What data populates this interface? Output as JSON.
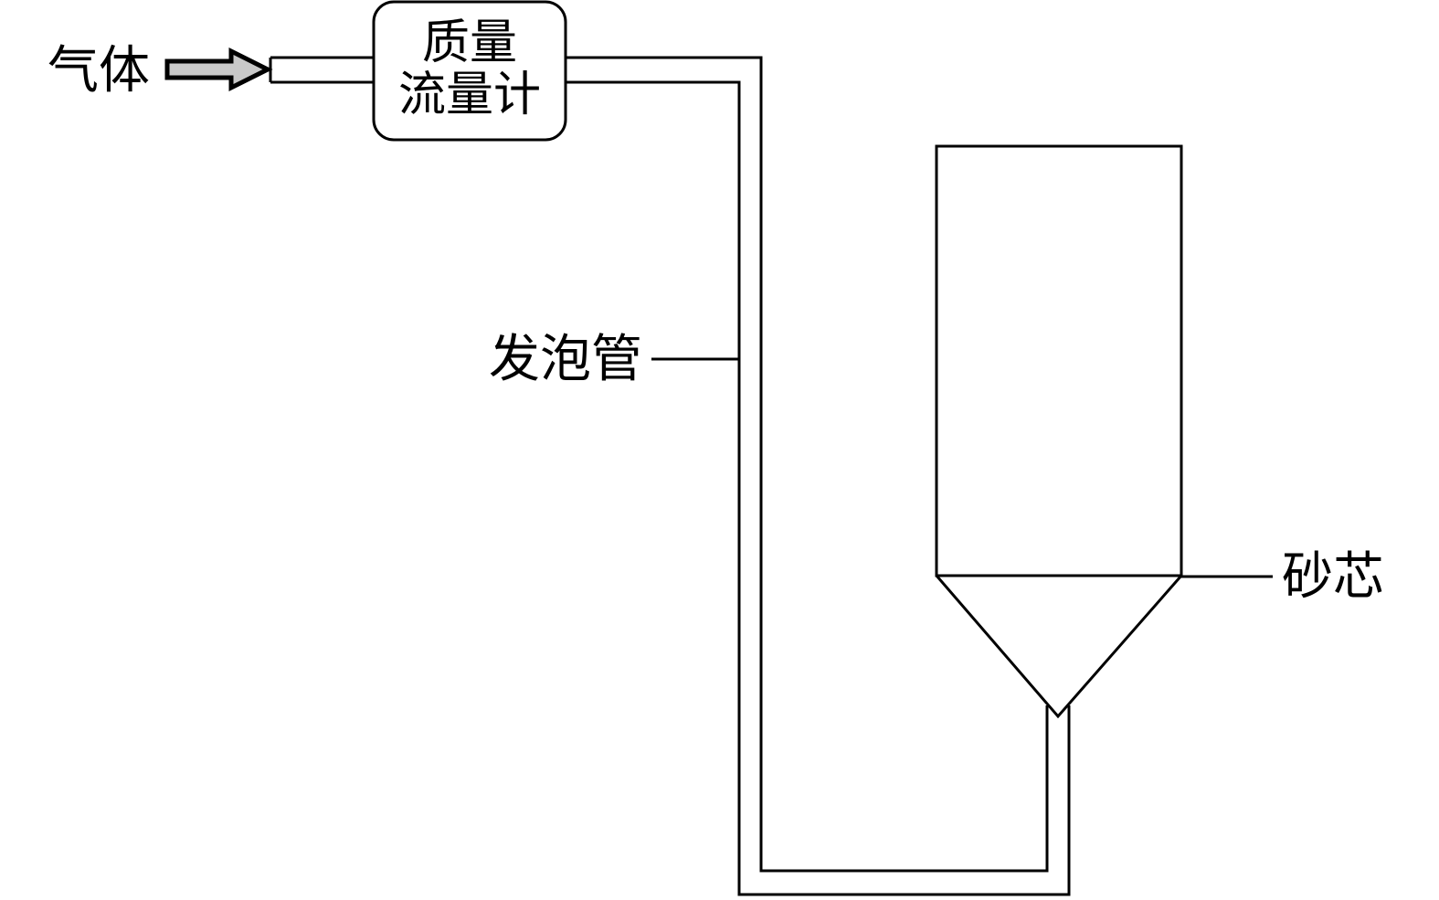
{
  "labels": {
    "gas": "气体",
    "flowmeter_line1": "质量",
    "flowmeter_line2": "流量计",
    "foam_tube": "发泡管",
    "sand_core": "砂芯"
  },
  "colors": {
    "line": "#000000",
    "arrow_fill": "#c8c8c8",
    "background": "#ffffff"
  }
}
